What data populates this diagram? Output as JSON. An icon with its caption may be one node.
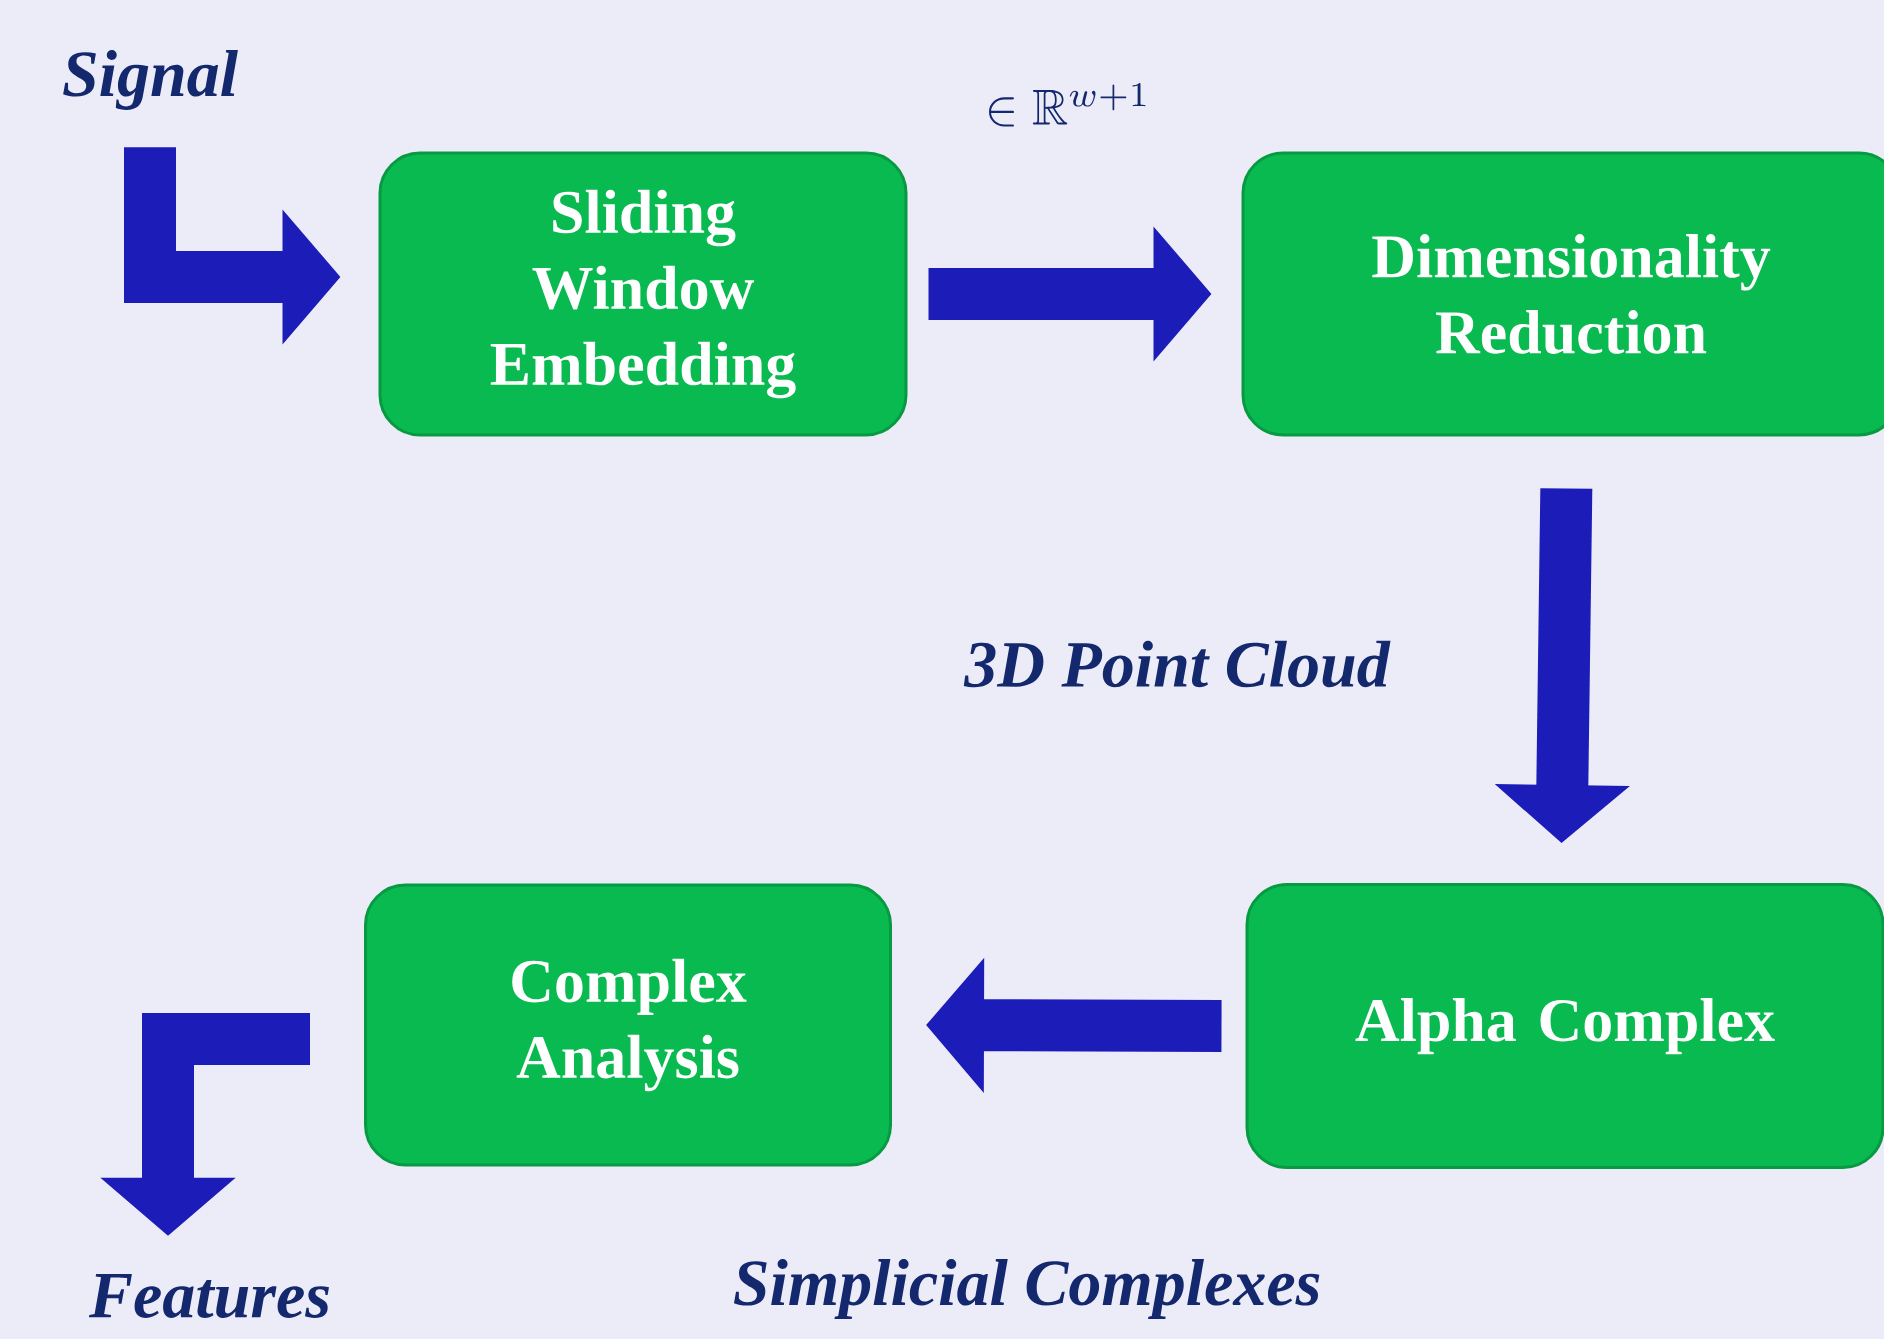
{
  "diagram": {
    "nodes": [
      {
        "text": [
          "Signal"
        ]
      },
      {
        "text": [
          "Sliding Window Embedding"
        ]
      },
      {
        "text": [
          "Dimensionality Reduction"
        ]
      },
      {
        "text": [
          "Alpha Complex"
        ]
      },
      {
        "text": [
          "Complex Analysis"
        ]
      },
      {
        "text": [
          "Features"
        ]
      }
    ],
    "edges": [
      {
        "from": 0,
        "to": 1,
        "arrow": "to"
      },
      {
        "from": 1,
        "to": 2,
        "arrow": "to"
      },
      {
        "from": 2,
        "to": 3,
        "arrow": "to",
        "label": "3D Point Cloud"
      },
      {
        "from": 3,
        "to": 4,
        "arrow": "to",
        "label": "Simplicial Complexes"
      },
      {
        "from": 4,
        "to": 5,
        "arrow": "to"
      }
    ],
    "labels": [
      "\\in \\mathbb{R}^{w+1}"
    ]
  }
}
